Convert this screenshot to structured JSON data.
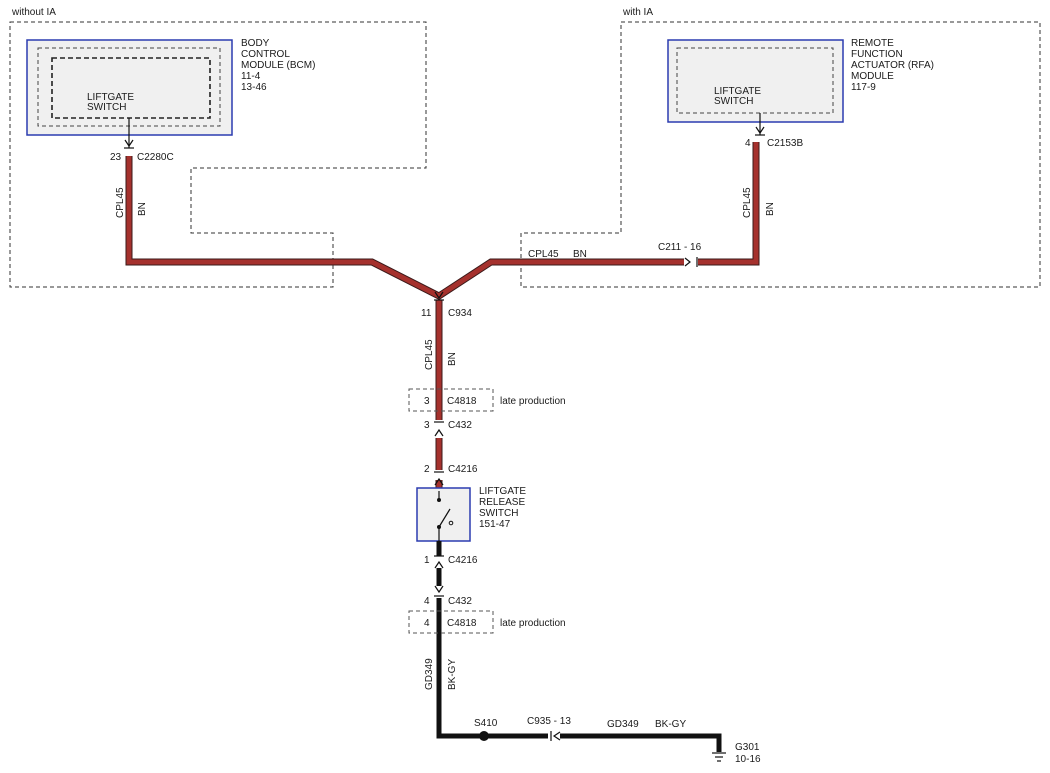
{
  "regions": {
    "without_ia": "without IA",
    "with_ia": "with IA"
  },
  "bcm": {
    "title_lines": [
      "BODY",
      "CONTROL",
      "MODULE (BCM)",
      "11-4",
      "13-46"
    ],
    "inner_label_lines": [
      "LIFTGATE",
      "SWITCH"
    ],
    "pin": "23",
    "connector": "C2280C",
    "circuit": "CPL45",
    "color": "BN"
  },
  "rfa": {
    "title_lines": [
      "REMOTE",
      "FUNCTION",
      "ACTUATOR (RFA)",
      "MODULE",
      "117-9"
    ],
    "inner_label_lines": [
      "LIFTGATE",
      "SWITCH"
    ],
    "pin": "4",
    "connector": "C2153B",
    "circuit": "CPL45",
    "color": "BN"
  },
  "horizontal_run": {
    "circuit": "CPL45",
    "color": "BN",
    "inline_connector": "C211 - 16"
  },
  "c934": {
    "pin": "11",
    "connector": "C934",
    "circuit": "CPL45",
    "color": "BN"
  },
  "c4818_top": {
    "pin": "3",
    "connector": "C4818",
    "note": "late production"
  },
  "c432_top": {
    "pin": "3",
    "connector": "C432"
  },
  "c4216_top": {
    "pin": "2",
    "connector": "C4216"
  },
  "switch": {
    "title_lines": [
      "LIFTGATE",
      "RELEASE",
      "SWITCH",
      "151-47"
    ]
  },
  "c4216_bottom": {
    "pin": "1",
    "connector": "C4216"
  },
  "c432_bottom": {
    "pin": "4",
    "connector": "C432"
  },
  "c4818_bottom": {
    "pin": "4",
    "connector": "C4818",
    "note": "late production"
  },
  "ground_run": {
    "circuit": "GD349",
    "color": "BK-GY",
    "splice": "S410",
    "inline_connector": "C935  -  13",
    "circuit2": "GD349",
    "color2": "BK-GY"
  },
  "ground": {
    "id": "G301",
    "ref": "10-16"
  },
  "colors": {
    "wire_red": "#a5312d",
    "wire_black": "#111111",
    "module_border": "#2b3cb0"
  }
}
